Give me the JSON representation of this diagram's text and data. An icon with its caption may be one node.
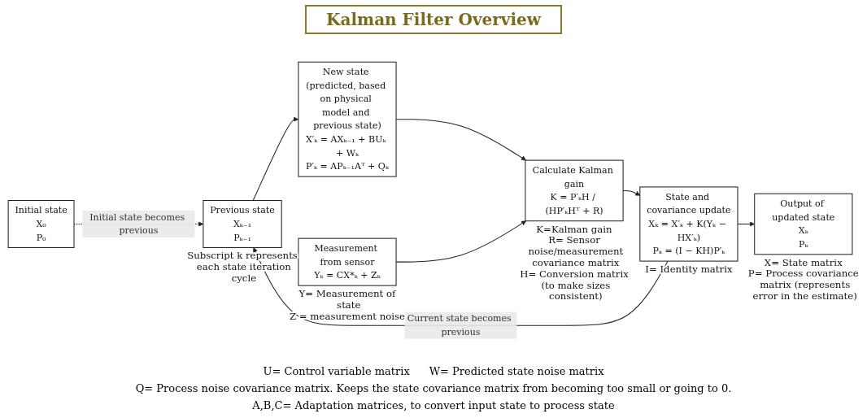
{
  "diagram": {
    "title": "Kalman Filter Overview",
    "nodes": [
      {
        "text": [
          "Initial state",
          "X₀",
          "P₀"
        ]
      },
      {
        "text": [
          "Previous state",
          "Xₖ₋₁",
          "Pₖ₋₁"
        ],
        "beside": [
          "Subscript k represents each state iteration cycle"
        ]
      },
      {
        "text": [
          "New state (predicted, based on physical model and previous state)",
          "X′ₖ = AXₖ₋₁ + BUₖ + Wₖ",
          "P′ₖ = APₖ₋₁Aᵀ + Qₖ"
        ]
      },
      {
        "text": [
          "Calculate Kalman gain",
          "K = P′ₖH / (HP′ₖHᵀ + R)"
        ],
        "beside": [
          "K=Kalman gain",
          "R= Sensor noise/measurement covariance matrix",
          "H= Conversion matrix (to make sizes consistent)"
        ]
      },
      {
        "text": [
          "Measurement from sensor",
          "Yₖ = CX*ₖ + Zₖ"
        ],
        "beside": [
          "Y= Measurement of state",
          "Z = measurement noise"
        ]
      },
      {
        "text": [
          "State and covariance update",
          "Xₖ = X′ₖ + K(Yₖ − HX′ₖ)",
          "Pₖ = (I − KH)P′ₖ"
        ],
        "beside": [
          "I= Identity matrix"
        ]
      },
      {
        "text": [
          "Output of updated state",
          "Xₖ",
          "Pₖ"
        ],
        "beside": [
          "X= State matrix",
          "P= Process covariance matrix (represents error in the estimate)"
        ]
      }
    ],
    "edges": [
      {
        "from": 0,
        "to": 1,
        "arrow": "to",
        "style": "dashed",
        "label": "Initial state becomes previous"
      },
      {
        "from": 1,
        "to": 2,
        "arrow": "to"
      },
      {
        "from": 2,
        "to": 3,
        "arrow": "to"
      },
      {
        "from": 4,
        "to": 3,
        "arrow": "to"
      },
      {
        "from": 3,
        "to": 5,
        "arrow": "to"
      },
      {
        "from": 5,
        "to": 6,
        "arrow": "to"
      },
      {
        "from": 5,
        "to": 1,
        "arrow": "to",
        "label": "Current state becomes previous"
      }
    ],
    "labels": [
      "U= Control variable matrix",
      "W= Predicted state noise matrix",
      "Q= Process noise covariance matrix. Keeps the state covariance matrix from becoming too small or going to 0.",
      "A,B,C= Adaptation matrices, to convert input state to process state"
    ]
  }
}
